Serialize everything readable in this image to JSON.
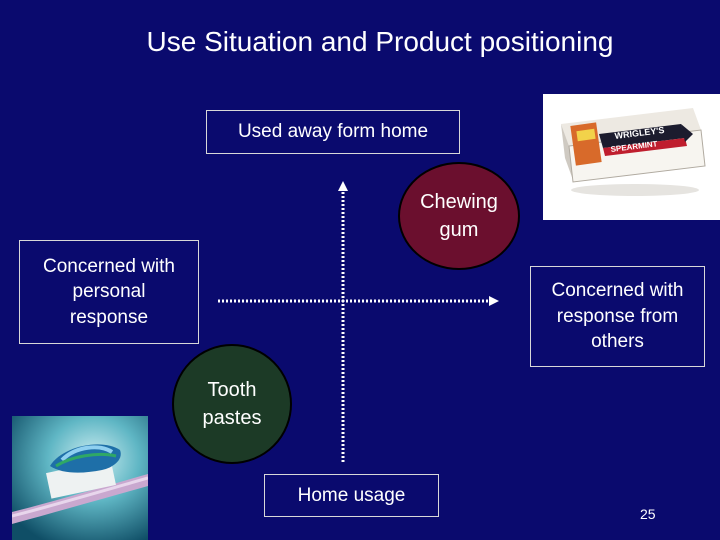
{
  "title": "Use Situation and Product positioning",
  "axis_labels": {
    "top": "Used away form home",
    "bottom": "Home usage",
    "left": "Concerned with personal response",
    "right": "Concerned with response from others"
  },
  "products": {
    "chewing_gum": "Chewing gum",
    "tooth_pastes": "Tooth pastes"
  },
  "gum_wrapper": {
    "brand": "WRIGLEY'S",
    "flavor": "SPEARMINT"
  },
  "page_number": "25",
  "colors": {
    "background": "#0a0a6e",
    "chewing_gum_circle": "#6b0f2e",
    "tooth_paste_circle": "#1c3a26",
    "axis": "#ffffff"
  }
}
